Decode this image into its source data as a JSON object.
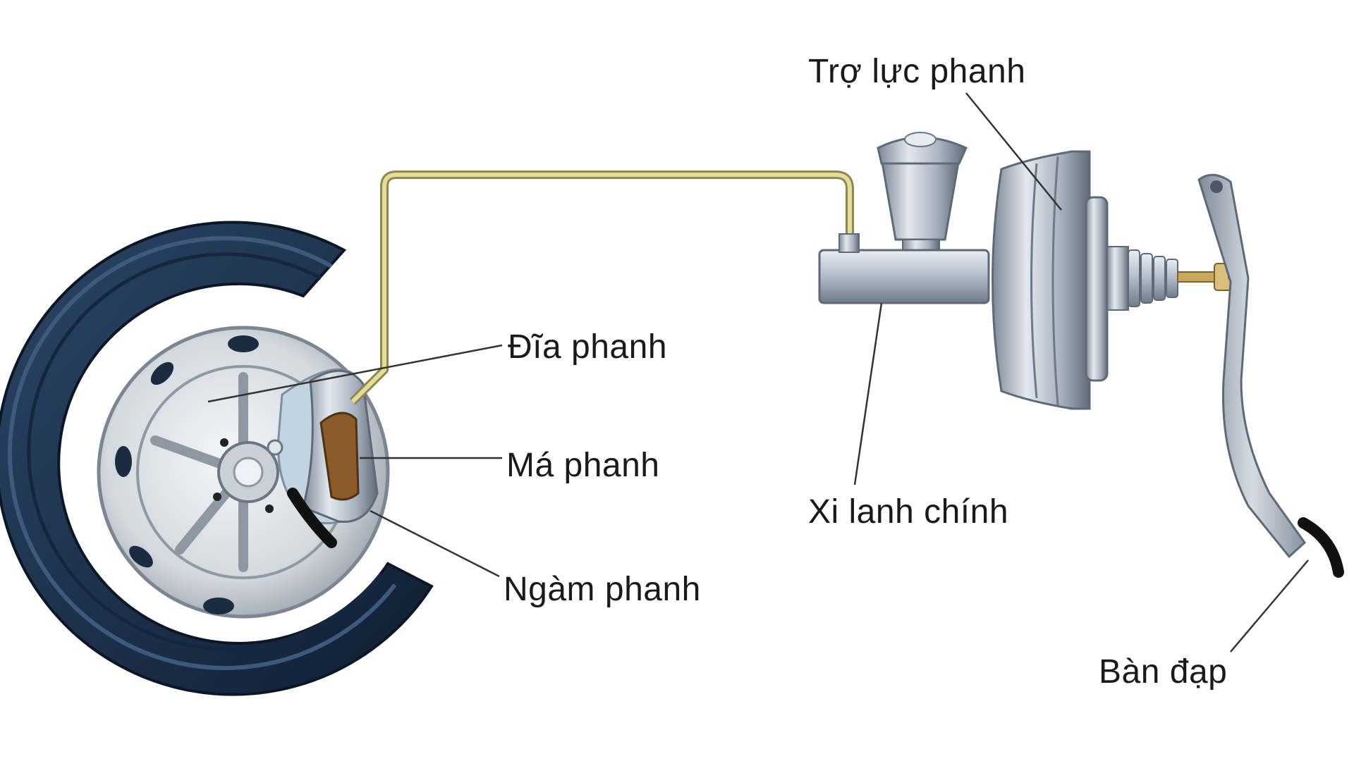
{
  "labels": {
    "brake_booster": "Trợ lực phanh",
    "brake_disc": "Đĩa phanh",
    "brake_pad": "Má phanh",
    "brake_caliper": "Ngàm phanh",
    "master_cylinder": "Xi lanh chính",
    "brake_pedal": "Bàn đạp"
  },
  "colors": {
    "tire": "#1f3550",
    "tire_dark": "#0f1e32",
    "rim": "#d9dde2",
    "brake_line": "#d8cf8a",
    "metal": "#a9b3bf",
    "pad": "#8a5a2b",
    "text": "#1a1a1a"
  }
}
